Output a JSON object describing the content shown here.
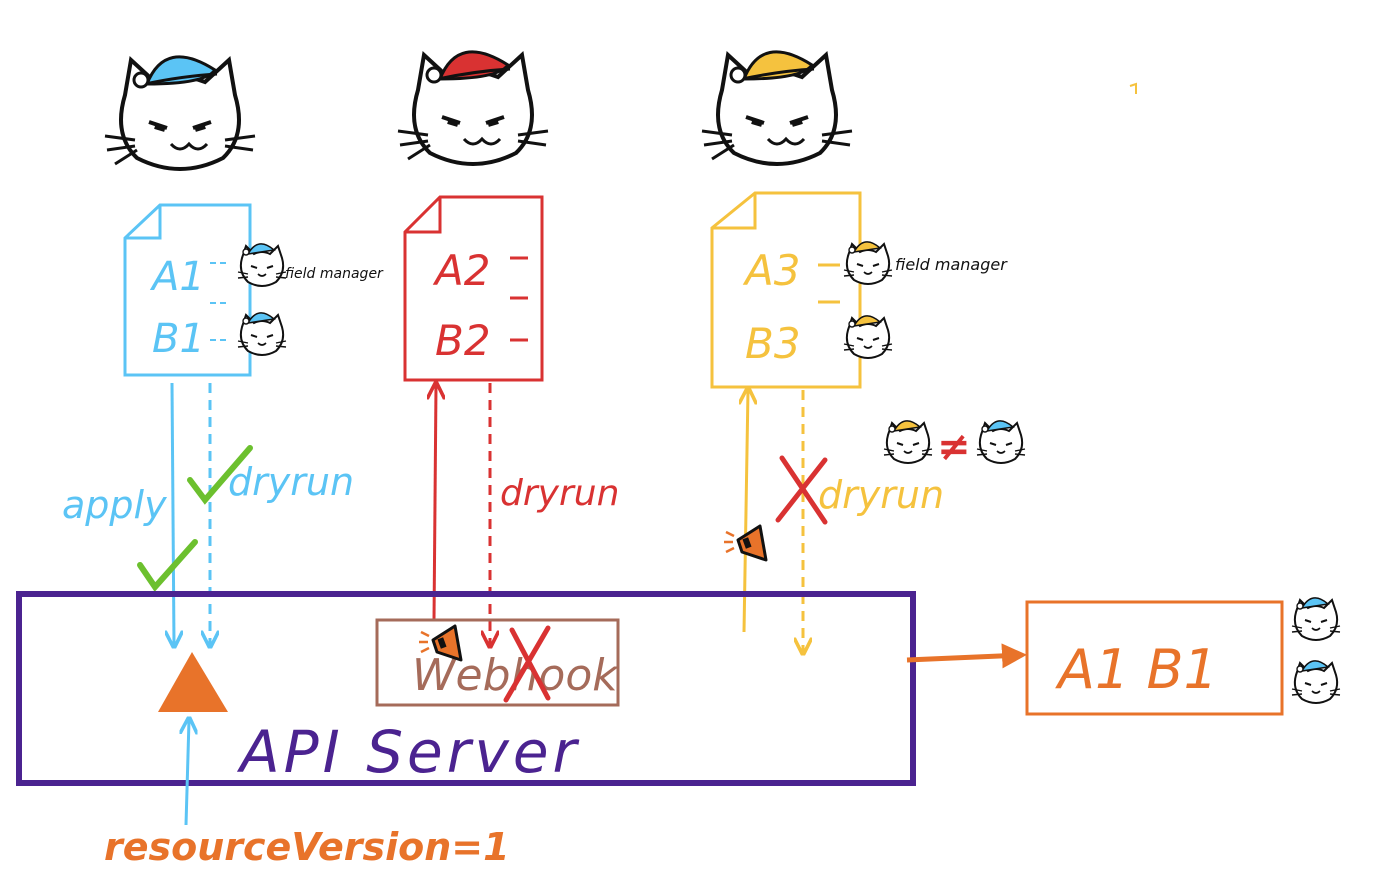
{
  "colors": {
    "blue": "#5bc4f5",
    "red": "#d93232",
    "yellow": "#f5c23e",
    "purple": "#4b2390",
    "orange": "#e8732a",
    "brown": "#a56b5a",
    "green": "#6cc02e",
    "ink": "#111111"
  },
  "documents": [
    {
      "id": "blue",
      "line1": "A1",
      "line2": "B1"
    },
    {
      "id": "red",
      "line1": "A2",
      "line2": "B2"
    },
    {
      "id": "yellow",
      "line1": "A3",
      "line2": "B3"
    }
  ],
  "labels": {
    "field_manager_1": "field manager",
    "field_manager_2": "field manager",
    "apply": "apply",
    "dryrun_blue": "dryrun",
    "dryrun_red": "dryrun",
    "dryrun_yellow": "dryrun",
    "webhook": "Webhook",
    "api_server": "API Server",
    "resource_version": "resourceVersion=1",
    "result_box": "A1 B1",
    "not_equal": "≠"
  }
}
